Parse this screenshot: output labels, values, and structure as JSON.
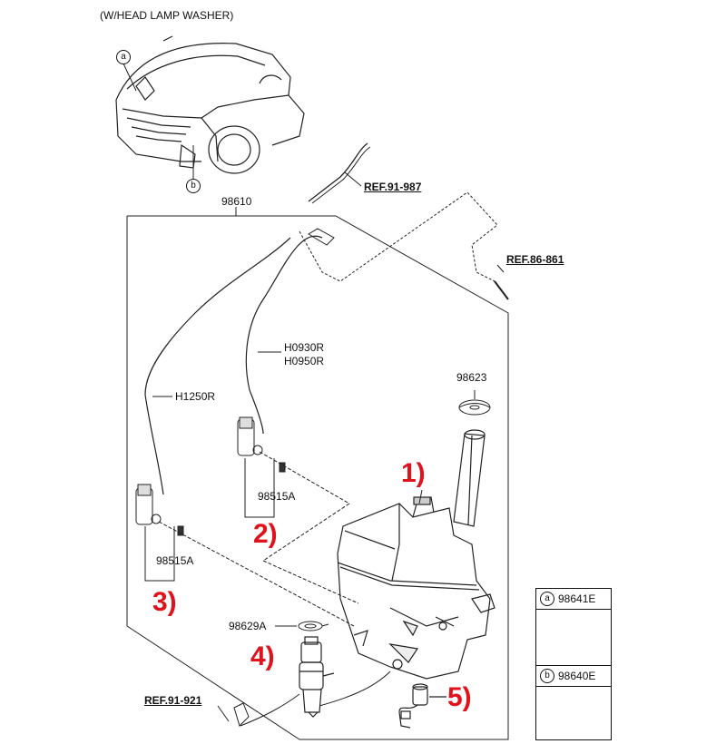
{
  "diagram": {
    "header_note": "(W/HEAD LAMP WASHER)",
    "assembly_code": "98610",
    "refs": [
      "REF.91-987",
      "REF.86-861",
      "REF.91-921"
    ],
    "parts": {
      "hose_long": "H1250R",
      "hose_short_1": "H0930R",
      "hose_short_2": "H0950R",
      "cap": "98623",
      "nozzle_upper": "98515A",
      "nozzle_lower": "98515A",
      "grommet": "98629A"
    },
    "callouts": [
      "1)",
      "2)",
      "3)",
      "4)",
      "5)"
    ],
    "car_markers": [
      "a",
      "b"
    ],
    "legend": [
      {
        "marker": "a",
        "code": "98641E"
      },
      {
        "marker": "b",
        "code": "98640E"
      }
    ]
  }
}
